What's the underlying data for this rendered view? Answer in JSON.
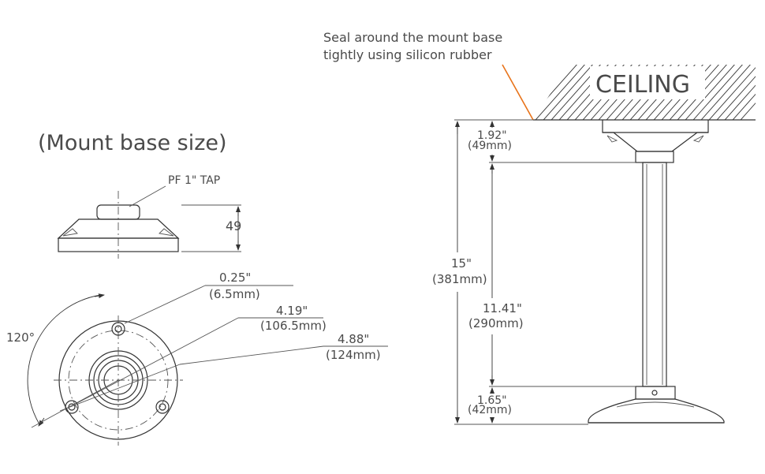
{
  "diagram": {
    "title": "(Mount base size)",
    "seal_note": {
      "line1": "Seal around the mount base",
      "line2": "tightly using silicon rubber"
    },
    "ceiling_label": "CEILING",
    "colors": {
      "line": "#333333",
      "text": "#4a4a4a",
      "leader_orange": "#e8731a"
    },
    "side_view": {
      "tap_label": "PF 1\" TAP",
      "height_mm": "49"
    },
    "top_view": {
      "angle": "120°",
      "hole_dia_in": "0.25\"",
      "hole_dia_mm": "(6.5mm)",
      "bolt_circle_in": "4.19\"",
      "bolt_circle_mm": "(106.5mm)",
      "outer_dia_in": "4.88\"",
      "outer_dia_mm": "(124mm)"
    },
    "pendant": {
      "top_in": "1.92\"",
      "top_mm": "(49mm)",
      "total_in": "15\"",
      "total_mm": "(381mm)",
      "pipe_in": "11.41\"",
      "pipe_mm": "(290mm)",
      "bottom_in": "1.65\"",
      "bottom_mm": "(42mm)"
    }
  }
}
